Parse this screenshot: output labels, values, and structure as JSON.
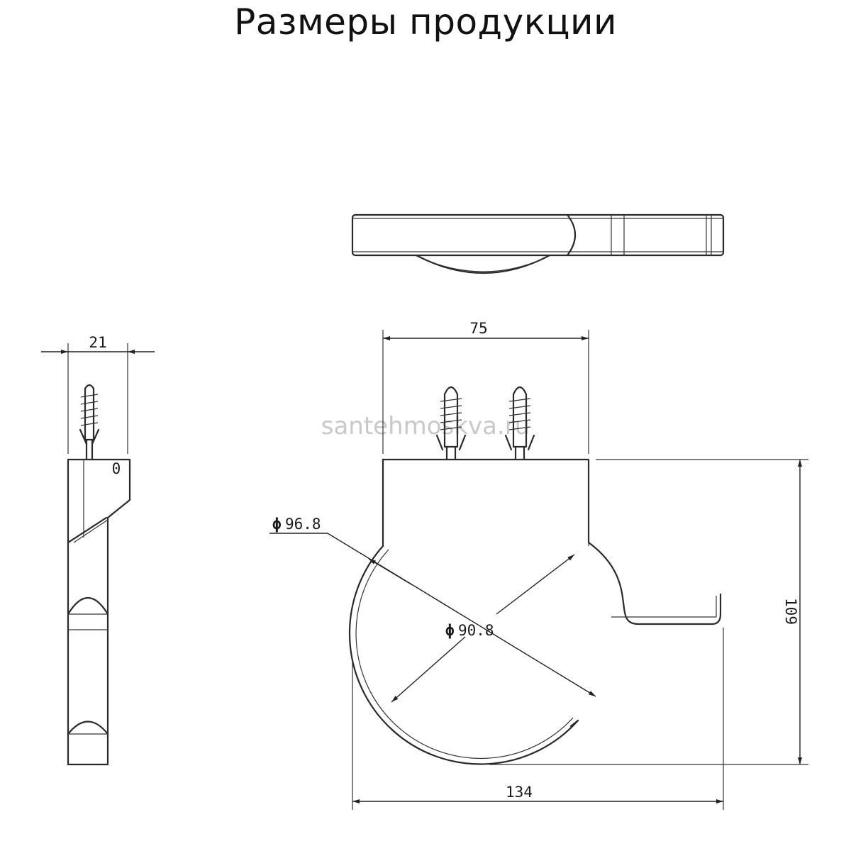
{
  "title": "Размеры продукции",
  "watermark": "santehmoskva.ru",
  "dimensions": {
    "depth": "21",
    "mount_width": "75",
    "height": "109",
    "total_width": "134",
    "outer_diameter": "96.8",
    "inner_diameter": "90.8",
    "diameter_symbol": "ϕ",
    "side_mark": "0"
  }
}
